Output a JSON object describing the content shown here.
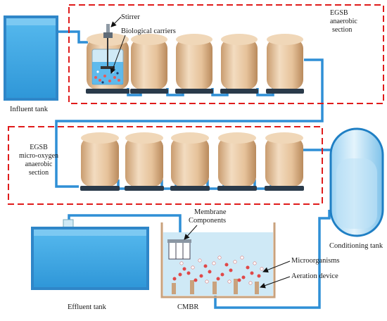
{
  "labels": {
    "influent_tank": "Influent tank",
    "stirrer": "Stirrer",
    "biological_carriers": "Biological carriers",
    "egsb_anaerobic": [
      "EGSB",
      "anaerobic",
      "section"
    ],
    "egsb_micro_oxygen": [
      "EGSB",
      "micro-oxygen",
      "anaerobic",
      "section"
    ],
    "conditioning_tank": "Conditioning tank",
    "membrane_components": [
      "Membrane",
      "Components"
    ],
    "microorganisms": "Microorganisms",
    "aeration_device": "Aeration device",
    "effluent_tank": "Effluent tank",
    "cmbr": "CMBR"
  },
  "colors": {
    "pipe": "#2f8fd6",
    "water": "#3aa9e8",
    "water_light": "#cfe9f6",
    "reactor": "#e9c9a4",
    "reactor_dark": "#c99c6f",
    "reactor_base": "#2a3a4a",
    "dashed_box": "#e01b1b"
  },
  "icons": {
    "stirrer": "stirrer-icon",
    "arrow": "arrow-icon"
  }
}
